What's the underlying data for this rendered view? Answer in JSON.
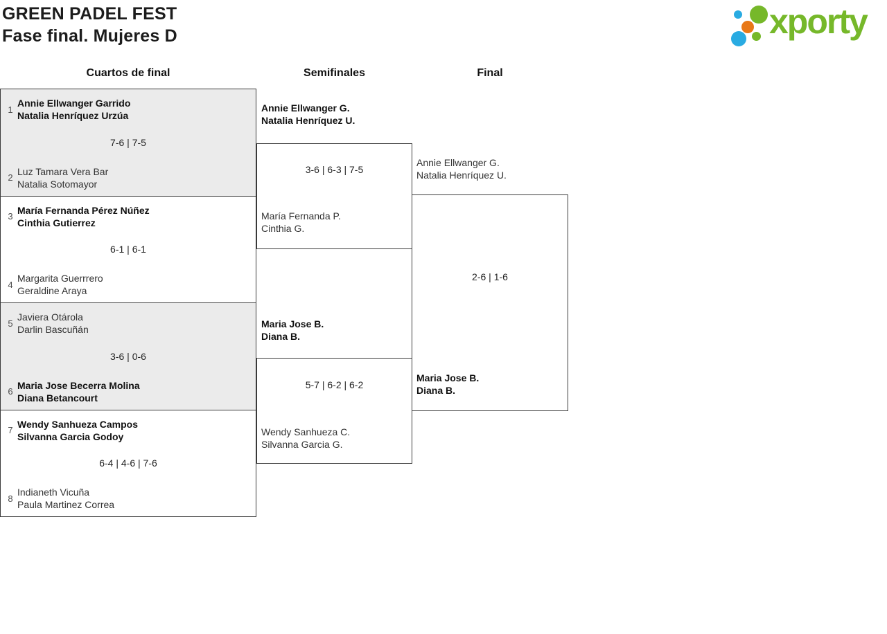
{
  "header": {
    "title": "GREEN PADEL FEST",
    "subtitle": "Fase final. Mujeres D"
  },
  "logo": {
    "text": "xporty",
    "brand_green": "#76b82a",
    "brand_blue": "#29abe2",
    "brand_orange": "#e87817"
  },
  "bracket": {
    "rounds": [
      "Cuartos de final",
      "Semifinales",
      "Final"
    ],
    "quarterfinals": [
      {
        "top_seed": "1",
        "top_players": [
          "Annie Ellwanger Garrido",
          "Natalia Henríquez Urzúa"
        ],
        "top_winner": true,
        "score": "7-6 | 7-5",
        "bottom_seed": "2",
        "bottom_players": [
          "Luz Tamara Vera Bar",
          "Natalia Sotomayor"
        ],
        "bottom_winner": false
      },
      {
        "top_seed": "3",
        "top_players": [
          "María Fernanda Pérez Núñez",
          "Cinthia Gutierrez"
        ],
        "top_winner": true,
        "score": "6-1 | 6-1",
        "bottom_seed": "4",
        "bottom_players": [
          "Margarita Guerrrero",
          "Geraldine Araya"
        ],
        "bottom_winner": false
      },
      {
        "top_seed": "5",
        "top_players": [
          "Javiera Otárola",
          "Darlin Bascuñán"
        ],
        "top_winner": false,
        "score": "3-6 | 0-6",
        "bottom_seed": "6",
        "bottom_players": [
          "Maria Jose Becerra Molina",
          "Diana Betancourt"
        ],
        "bottom_winner": true
      },
      {
        "top_seed": "7",
        "top_players": [
          "Wendy Sanhueza Campos",
          "Silvanna Garcia Godoy"
        ],
        "top_winner": true,
        "score": "6-4 | 4-6 | 7-6",
        "bottom_seed": "8",
        "bottom_players": [
          "Indianeth Vicuña",
          "Paula Martinez Correa"
        ],
        "bottom_winner": false
      }
    ],
    "semifinals": [
      {
        "top_players": [
          "Annie Ellwanger G.",
          "Natalia Henríquez U."
        ],
        "top_winner": true,
        "score": "3-6 | 6-3 | 7-5",
        "bottom_players": [
          "María Fernanda P.",
          "Cinthia G."
        ],
        "bottom_winner": false
      },
      {
        "top_players": [
          "Maria Jose B.",
          "Diana B."
        ],
        "top_winner": true,
        "score": "5-7 | 6-2 | 6-2",
        "bottom_players": [
          "Wendy Sanhueza C.",
          "Silvanna Garcia G."
        ],
        "bottom_winner": false
      }
    ],
    "final": {
      "top_players": [
        "Annie Ellwanger G.",
        "Natalia Henríquez U."
      ],
      "top_winner": false,
      "score": "2-6 | 1-6",
      "bottom_players": [
        "Maria Jose B.",
        "Diana B."
      ],
      "bottom_winner": true
    }
  }
}
